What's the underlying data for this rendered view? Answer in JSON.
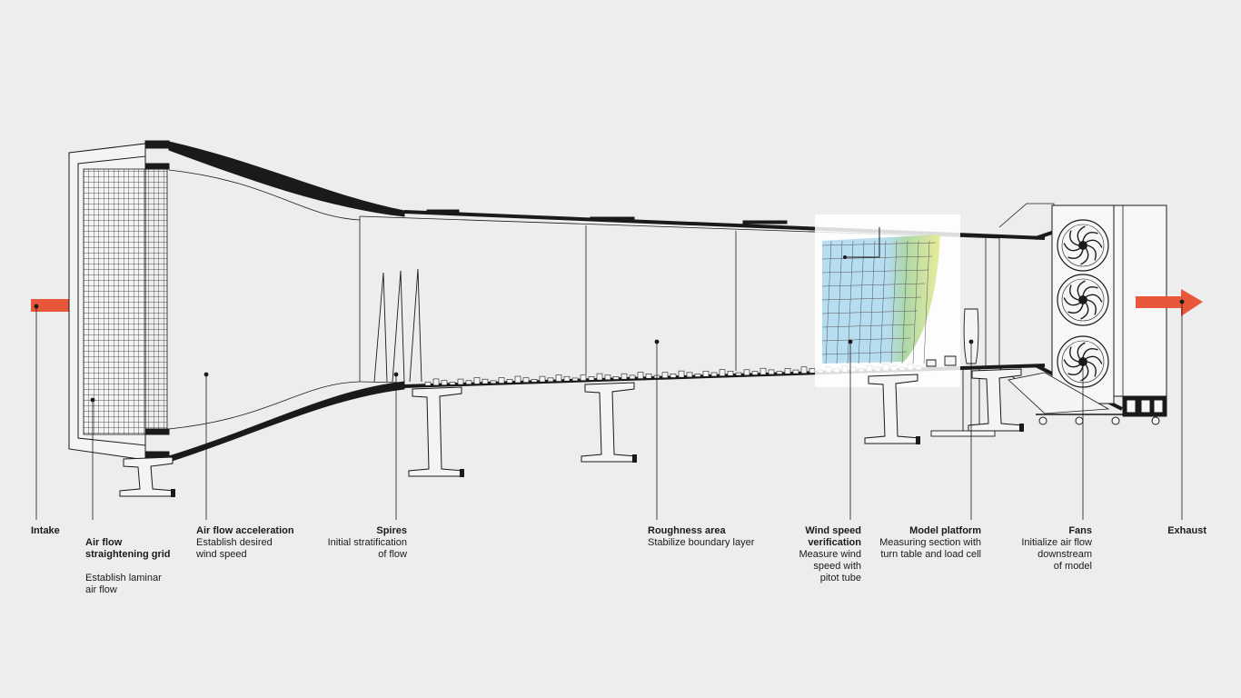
{
  "labels": {
    "intake": {
      "title": "Intake",
      "desc": ""
    },
    "grid": {
      "title": "Air flow\nstraightening grid",
      "desc": "Establish laminar\nair flow"
    },
    "acceleration": {
      "title": "Air flow acceleration",
      "desc": "Establish desired\nwind speed"
    },
    "spires": {
      "title": "Spires",
      "desc": "Initial stratification\nof flow"
    },
    "roughness": {
      "title": "Roughness area",
      "desc": "Stabilize boundary layer"
    },
    "wind_speed": {
      "title": "Wind speed\nverification",
      "desc": "Measure wind\nspeed with\npitot tube"
    },
    "model_platform": {
      "title": "Model platform",
      "desc": "Measuring section with\nturn table and load cell"
    },
    "fans": {
      "title": "Fans",
      "desc": "Initialize air flow\ndownstream\nof model"
    },
    "exhaust": {
      "title": "Exhaust",
      "desc": ""
    }
  },
  "colors": {
    "background": "#ededed",
    "arrow": "#e8573a",
    "line": "#1a1a1a",
    "profile_blue": "#a9d7ee",
    "profile_green": "#9fd19a",
    "profile_yellow": "#e6e98a"
  }
}
